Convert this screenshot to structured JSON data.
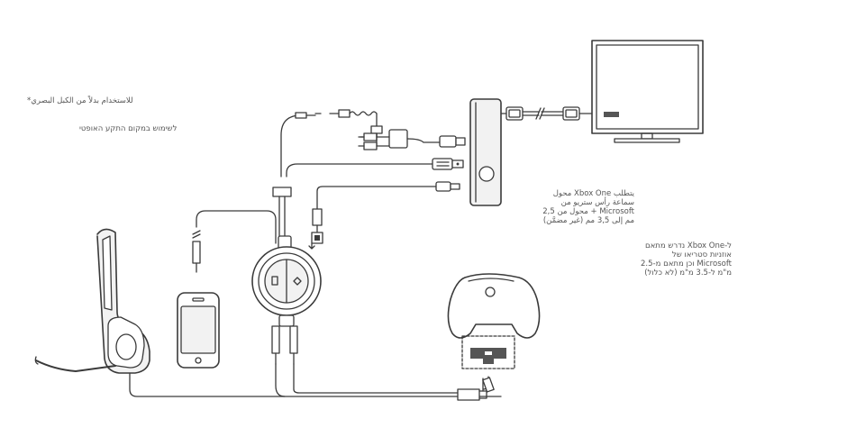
{
  "notes": {
    "arabic_optical": "للاستخدام بدلاً من الكبل البصري*",
    "hebrew_optical": "לשימוש במקום התקע האופטי",
    "arabic_adapter": [
      "يتطلب Xbox One محول",
      "سماعة رأس ستريو من",
      "Microsoft + محول من 2,5",
      "مم إلى 3,5 مم (غير مضمَّن)"
    ],
    "hebrew_adapter": [
      "ל-Xbox One נדרש מתאם",
      "אוזניות סטריאו של",
      "Microsoft וכן מתאם מ-2.5",
      "מ\"מ ל-3.5 מ\"מ (לא כלול)"
    ]
  },
  "icons": [
    "headset-icon",
    "smartphone-icon",
    "mixer-amp-icon",
    "optical-plug-icon",
    "usb-plug-icon",
    "hdmi-cable-icon",
    "tv-icon",
    "xbox-one-console-icon",
    "controller-icon",
    "headset-adapter-icon",
    "rca-adapter-icon"
  ],
  "colors": {
    "line": "#3a3a3a",
    "fill_light": "#f2f2f2",
    "fill_dark": "#555555"
  }
}
